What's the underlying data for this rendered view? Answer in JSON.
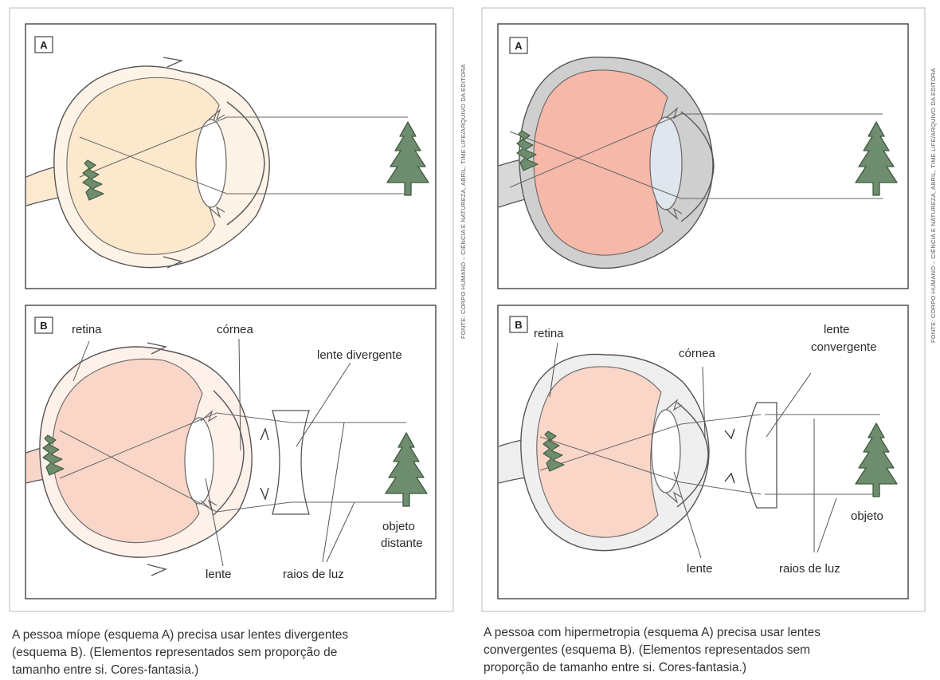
{
  "left": {
    "panel_a": {
      "letter": "A"
    },
    "panel_b": {
      "letter": "B",
      "labels": {
        "retina": "retina",
        "cornea": "córnea",
        "lens_type": "lente divergente",
        "lens": "lente",
        "rays": "raios de luz",
        "object_line1": "objeto",
        "object_line2": "distante"
      }
    },
    "source": "FONTE: CORPO HUMANO – CIÊNCIA E NATUREZA, ABRIL, TIME LIFE/ARQUIVO DA EDITORA",
    "caption": [
      "A pessoa míope (esquema A) precisa usar lentes divergentes",
      "(esquema B). (Elementos representados sem proporção de",
      "tamanho entre si. Cores-fantasia.)"
    ]
  },
  "right": {
    "panel_a": {
      "letter": "A"
    },
    "panel_b": {
      "letter": "B",
      "labels": {
        "retina": "retina",
        "cornea": "córnea",
        "lens_type_line1": "lente",
        "lens_type_line2": "convergente",
        "lens": "lente",
        "rays": "raios de luz",
        "object": "objeto"
      }
    },
    "source": "FONTE: CORPO HUMANO – CIÊNCIA E NATUREZA, ABRIL, TIME LIFE/ARQUIVO DA EDITORA",
    "caption": [
      "A pessoa com hipermetropia (esquema A) precisa usar lentes",
      "convergentes (esquema B). (Elementos representados sem",
      "proporção de tamanho entre si. Cores-fantasia.)"
    ]
  },
  "colors": {
    "panel_border": "#444444",
    "eye_outline": "#555555",
    "myopia_eyeball": "#fce8cc",
    "hyperopia_eyeball": "#f6b8a8",
    "eyeball_b": "#f9d6c8",
    "sclera_gray": "#cfcfcf",
    "tree": "#6e8c6e",
    "lens_fill": "#ffffff"
  }
}
